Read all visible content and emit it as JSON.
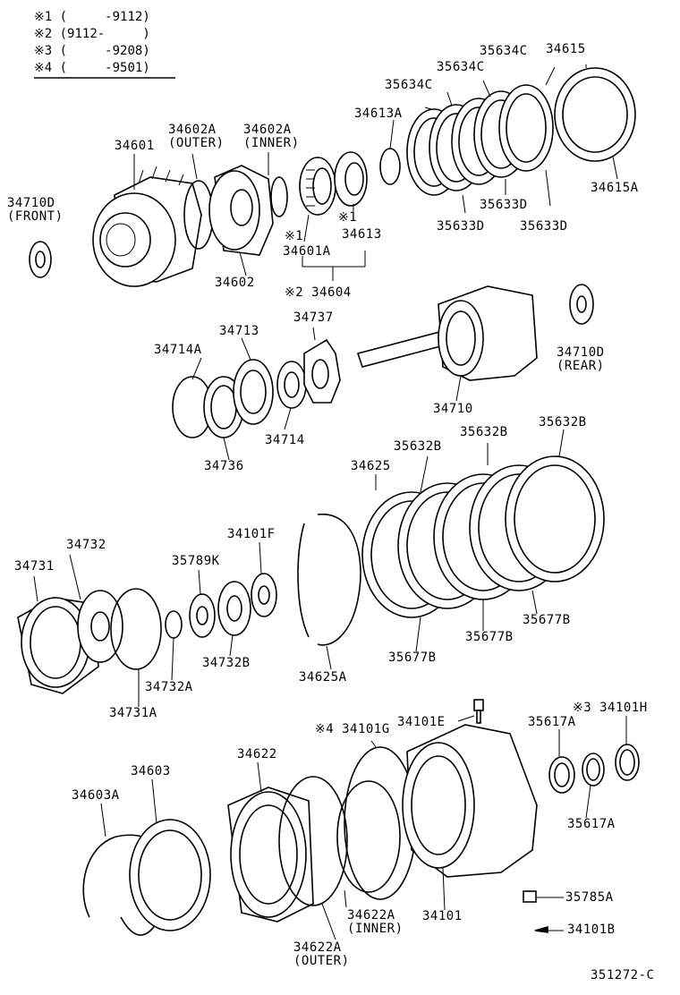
{
  "legend": [
    {
      "mark": "※1",
      "range": "(     -9112)"
    },
    {
      "mark": "※2",
      "range": "(9112-     )"
    },
    {
      "mark": "※3",
      "range": "(     -9208)"
    },
    {
      "mark": "※4",
      "range": "(     -9501)"
    }
  ],
  "diagram_code": "351272-C",
  "labels": {
    "p34601": "34601",
    "p34602A_outer": "34602A\n(OUTER)",
    "p34602A_inner": "34602A\n(INNER)",
    "p34613A": "34613A",
    "p35634C_1": "35634C",
    "p35634C_2": "35634C",
    "p35634C_3": "35634C",
    "p34615": "34615",
    "p34710D_front": "34710D\n(FRONT)",
    "p34615A": "34615A",
    "p35633D_1": "35633D",
    "p35633D_2": "35633D",
    "p35633D_3": "35633D",
    "p34613_a": "※1",
    "p34613": "34613",
    "p34601A_a": "※1",
    "p34601A": "34601A",
    "p34602": "34602",
    "p34604": "※2 34604",
    "p34713": "34713",
    "p34737": "34737",
    "p34714A": "34714A",
    "p34710D_rear": "34710D\n(REAR)",
    "p34710": "34710",
    "p34714": "34714",
    "p34736": "34736",
    "p34625": "34625",
    "p35632B_1": "35632B",
    "p35632B_2": "35632B",
    "p35632B_3": "35632B",
    "p34101F": "34101F",
    "p34732": "34732",
    "p34731": "34731",
    "p35789K": "35789K",
    "p34732B": "34732B",
    "p34732A": "34732A",
    "p34731A": "34731A",
    "p34625A": "34625A",
    "p35677B_1": "35677B",
    "p35677B_2": "35677B",
    "p35677B_3": "35677B",
    "p34101E": "34101E",
    "p34101G": "※4 34101G",
    "p35617A_1": "35617A",
    "p34101H": "※3 34101H",
    "p34622": "34622",
    "p34603": "34603",
    "p34603A": "34603A",
    "p35617A_2": "35617A",
    "p35785A": "35785A",
    "p34622A_inner": "34622A\n(INNER)",
    "p34101": "34101",
    "p34101B": "34101B",
    "p34622A_outer": "34622A\n(OUTER)"
  }
}
